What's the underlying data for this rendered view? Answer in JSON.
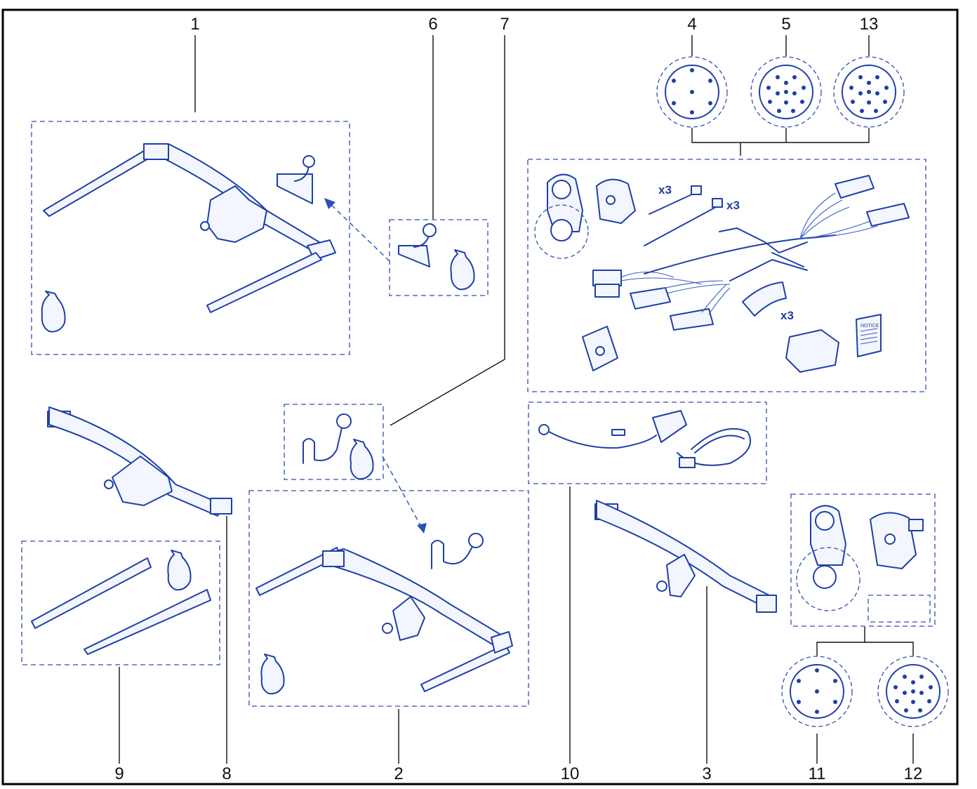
{
  "callouts": [
    "1",
    "2",
    "3",
    "4",
    "5",
    "6",
    "7",
    "8",
    "9",
    "10",
    "11",
    "12",
    "13"
  ],
  "labels": {
    "qty_ties_top": "x3",
    "qty_ties_bottom": "x3",
    "qty_pads": "x3",
    "notice": "NOTICE"
  },
  "colors": {
    "line_art": "#1f3fa8",
    "dashed_boxes": "#2d4fb5",
    "callout_text": "#111111",
    "frame": "#000000"
  }
}
